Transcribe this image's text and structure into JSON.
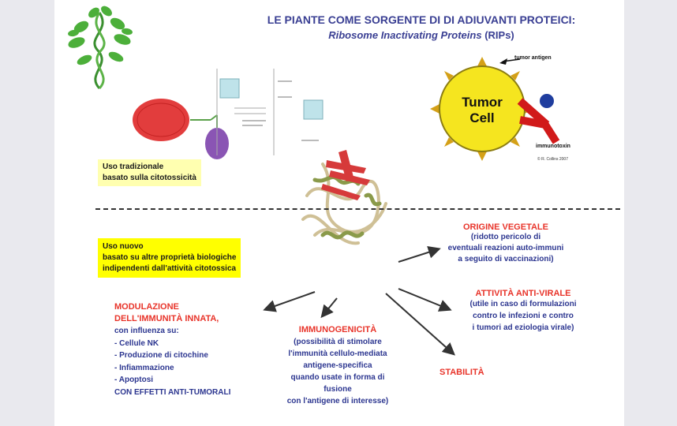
{
  "title": {
    "line1": "LE PIANTE COME SORGENTE DI DI ADIUVANTI PROTEICI:",
    "line2_italic": "Ribosome Inactivating Proteins",
    "line2_suffix": "(RIPs)"
  },
  "tumor": {
    "cell_line1": "Tumor",
    "cell_line2": "Cell",
    "antigen_label": "tumor antigen",
    "immunotoxin_label": "immunotoxin",
    "credit": "© R. Collins 2007"
  },
  "traditional_box": {
    "line1": "Uso tradizionale",
    "line2": "basato sulla citotossicità"
  },
  "new_box": {
    "line1": "Uso nuovo",
    "line2": "basato su altre proprietà biologiche",
    "line3": "indipendenti dall'attività citotossica"
  },
  "origine": {
    "heading": "ORIGINE VEGETALE",
    "lines": [
      "(ridotto pericolo di",
      "eventuali reazioni auto-immuni",
      "a seguito di vaccinazioni)"
    ]
  },
  "antivirale": {
    "heading": "ATTIVITÀ ANTI-VIRALE",
    "lines": [
      "(utile in caso di formulazioni",
      "contro le infezioni e contro",
      "i tumori ad eziologia virale)"
    ]
  },
  "modulazione": {
    "heading1": "MODULAZIONE",
    "heading2": "DELL'IMMUNITÀ INNATA,",
    "lines": [
      "con influenza su:",
      "- Cellule NK",
      "- Produzione di citochine",
      "- Infiammazione",
      "- Apoptosi",
      "CON EFFETTI ANTI-TUMORALI"
    ]
  },
  "immunogenicita": {
    "heading": "IMMUNOGENICITÀ",
    "lines": [
      "(possibilità di stimolare",
      "l'immunità cellulo-mediata",
      "antigene-specifica",
      "quando usate in forma di",
      "fusione",
      "con l'antigene di interesse)"
    ]
  },
  "stabilita": {
    "heading": "STABILITÀ"
  },
  "colors": {
    "title_blue": "#3a3f93",
    "heading_red": "#e8342a",
    "text_blue": "#2c3690",
    "highlight_yellow": "#ffff00",
    "pale_yellow": "#ffffb0",
    "cell_yellow": "#f5e51f",
    "antibody_red": "#d11a1a",
    "marker_blue": "#1f3d9e"
  },
  "icons": [
    "plant-icon",
    "ribosome-diagram",
    "protein-structure-icon",
    "tumor-cell-icon",
    "immunotoxin-icon"
  ]
}
